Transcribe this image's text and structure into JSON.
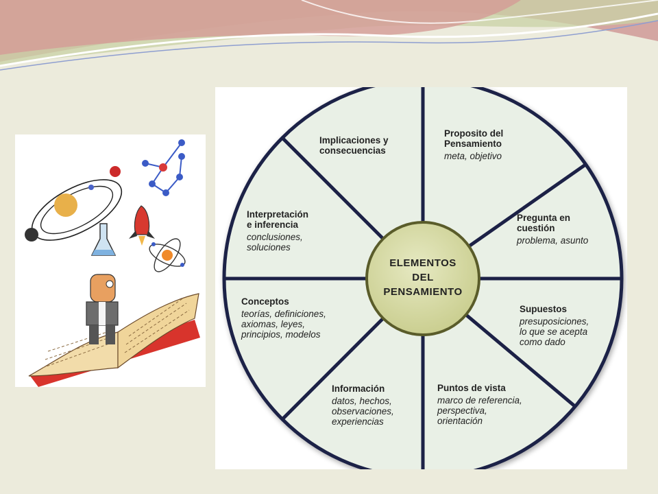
{
  "diagram": {
    "center": [
      "ELEMENTOS",
      "DEL",
      "PENSAMIENTO"
    ],
    "segments": [
      {
        "title": [
          "Proposito del",
          "Pensamiento"
        ],
        "sub": [
          "meta, objetivo"
        ]
      },
      {
        "title": [
          "Pregunta en",
          "cuestión"
        ],
        "sub": [
          "problema, asunto"
        ]
      },
      {
        "title": [
          "Supuestos"
        ],
        "sub": [
          "presuposiciones,",
          "lo que se acepta",
          "como dado"
        ]
      },
      {
        "title": [
          "Puntos de vista"
        ],
        "sub": [
          "marco de referencia,",
          "perspectiva,",
          "orientación"
        ]
      },
      {
        "title": [
          "Información"
        ],
        "sub": [
          "datos, hechos,",
          "observaciones,",
          "experiencias"
        ]
      },
      {
        "title": [
          "Conceptos"
        ],
        "sub": [
          "teorías, definiciones,",
          "axiomas, leyes,",
          "principios, modelos"
        ]
      },
      {
        "title": [
          "Interpretación",
          "e inferencia"
        ],
        "sub": [
          "conclusiones,",
          "soluciones"
        ]
      },
      {
        "title": [
          "Implicaciones y",
          "consecuencias"
        ],
        "sub": []
      }
    ]
  },
  "colors": {
    "wheel_fill": "#e9f0e6",
    "wheel_stroke": "#1c2146",
    "hub_fill": "#d8dba7",
    "hub_stroke": "#5a5c2a"
  }
}
